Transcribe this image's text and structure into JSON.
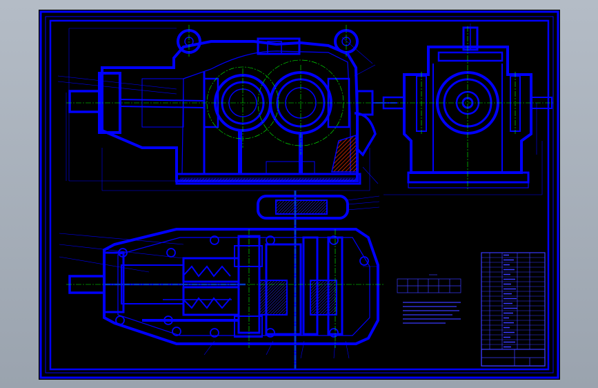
{
  "canvas": {
    "background": "#000000",
    "frame_color": "#0000ff",
    "line_color": "#0000ff",
    "center_line_color": "#00ff00",
    "hatch_color": "#ff3300",
    "window_background": "#a9b1bb"
  },
  "drawing": {
    "views": [
      "front-view",
      "side-view",
      "top-section-view"
    ],
    "tables": [
      "technical-table",
      "parts-list",
      "title-block"
    ]
  }
}
